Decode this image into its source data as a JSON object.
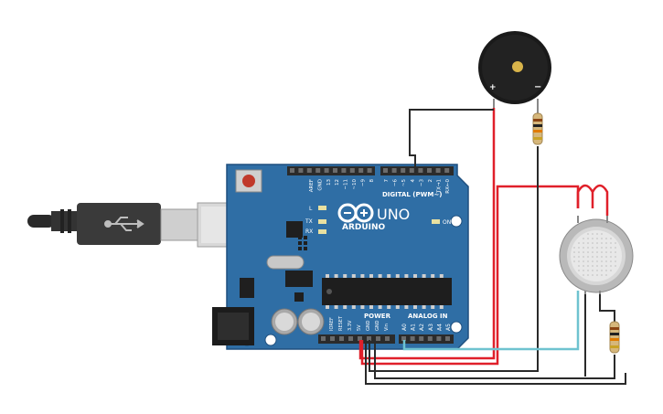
{
  "board": {
    "name": "UNO",
    "brand": "ARDUINO",
    "digital_header": "DIGITAL (PWM~)",
    "power_header": "POWER",
    "analog_header": "ANALOG IN",
    "led_l": "L",
    "led_tx": "TX",
    "led_rx": "RX",
    "led_on": "ON",
    "digital_pins": [
      "AREF",
      "GND",
      "13",
      "12",
      "~11",
      "~10",
      "~9",
      "8",
      "7",
      "~6",
      "~5",
      "4",
      "~3",
      "2",
      "TX→1",
      "RX←0"
    ],
    "power_pins": [
      "IOREF",
      "RESET",
      "3.3V",
      "5V",
      "GND",
      "GND",
      "Vin"
    ],
    "analog_pins": [
      "A0",
      "A1",
      "A2",
      "A3",
      "A4",
      "A5"
    ]
  },
  "buzzer": {
    "plus": "+",
    "minus": "−"
  },
  "colors": {
    "board": "#2f6ea5",
    "board_edge": "#1f4f7e",
    "wire_red": "#e0202a",
    "wire_black": "#2a2a2a",
    "wire_cyan": "#6fc3d0",
    "header": "#2b2b2b"
  }
}
